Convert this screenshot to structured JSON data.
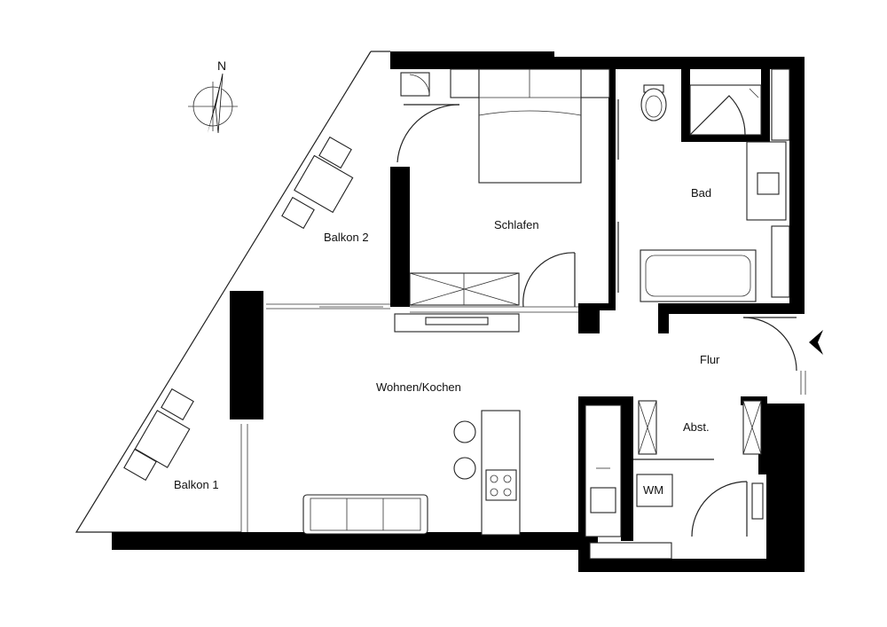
{
  "compass": {
    "label": "N",
    "icon": "north-arrow-icon"
  },
  "rooms": {
    "schlafen": "Schlafen",
    "bad": "Bad",
    "balkon2": "Balkon 2",
    "wohnen": "Wohnen/Kochen",
    "flur": "Flur",
    "abst": "Abst.",
    "balkon1": "Balkon 1"
  },
  "appliances": {
    "wm": "WM"
  },
  "entrance": {
    "icon": "entrance-arrow-icon"
  }
}
